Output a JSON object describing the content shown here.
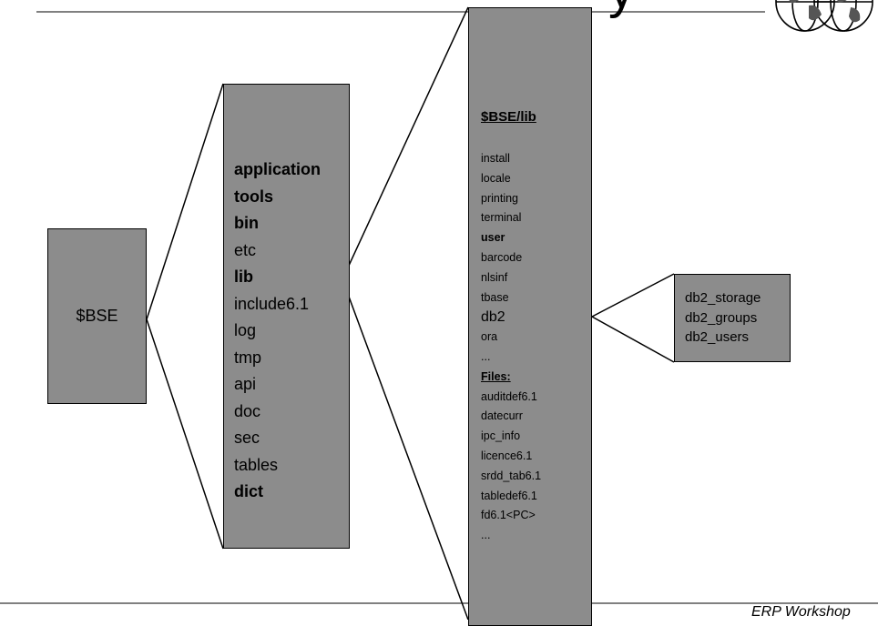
{
  "title_fragment": "y",
  "root": {
    "label": "$BSE"
  },
  "directories": [
    {
      "label": "application",
      "bold": true
    },
    {
      "label": "tools",
      "bold": true
    },
    {
      "label": "bin",
      "bold": true
    },
    {
      "label": "etc",
      "bold": false
    },
    {
      "label": "lib",
      "bold": true
    },
    {
      "label": "include6.1",
      "bold": false
    },
    {
      "label": "log",
      "bold": false
    },
    {
      "label": "tmp",
      "bold": false
    },
    {
      "label": "api",
      "bold": false
    },
    {
      "label": "doc",
      "bold": false
    },
    {
      "label": "sec",
      "bold": false
    },
    {
      "label": "tables",
      "bold": false
    },
    {
      "label": "dict",
      "bold": true
    }
  ],
  "lib": {
    "title": "$BSE/lib",
    "items": [
      {
        "label": "install",
        "style": "normal"
      },
      {
        "label": "locale",
        "style": "normal"
      },
      {
        "label": "printing",
        "style": "normal"
      },
      {
        "label": "terminal",
        "style": "normal"
      },
      {
        "label": "user",
        "style": "bold"
      },
      {
        "label": "barcode",
        "style": "normal"
      },
      {
        "label": "nlsinf",
        "style": "normal"
      },
      {
        "label": "tbase",
        "style": "normal"
      },
      {
        "label": "db2",
        "style": "big"
      },
      {
        "label": "ora",
        "style": "normal"
      },
      {
        "label": "...",
        "style": "normal"
      },
      {
        "label": "Files:",
        "style": "files"
      },
      {
        "label": "auditdef6.1",
        "style": "normal"
      },
      {
        "label": "datecurr",
        "style": "normal"
      },
      {
        "label": "ipc_info",
        "style": "normal"
      },
      {
        "label": "licence6.1",
        "style": "normal"
      },
      {
        "label": "srdd_tab6.1",
        "style": "normal"
      },
      {
        "label": "tabledef6.1",
        "style": "normal"
      },
      {
        "label": "fd6.1<PC>",
        "style": "normal"
      },
      {
        "label": "...",
        "style": "normal"
      }
    ]
  },
  "db2": {
    "items": [
      "db2_storage",
      "db2_groups",
      "db2_users"
    ]
  },
  "footer": "ERP Workshop",
  "colors": {
    "box_fill": "#8c8c8c",
    "line": "#000000",
    "background": "#ffffff"
  },
  "icons": {
    "logo": "globe-icon"
  }
}
